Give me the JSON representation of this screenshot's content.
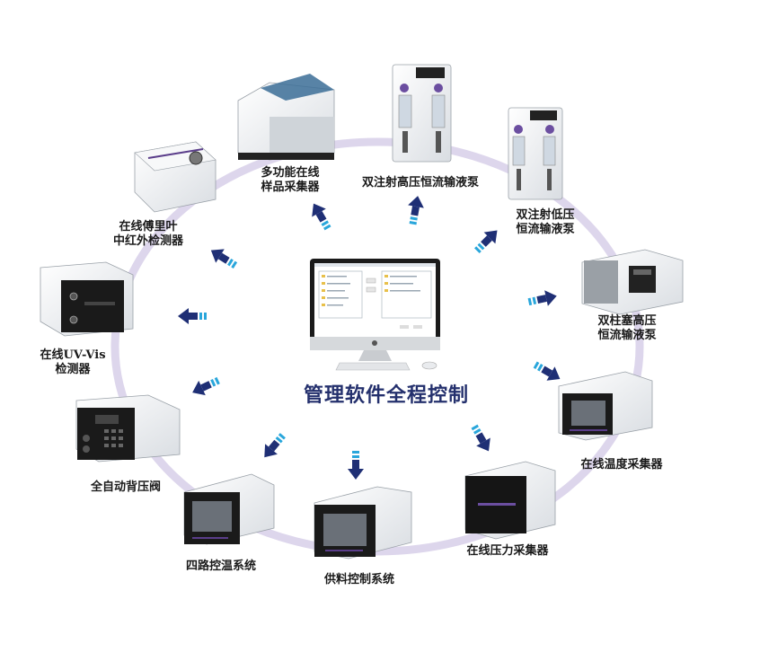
{
  "center": {
    "title": "管理软件全程控制"
  },
  "devices": [
    {
      "id": "sample-collector",
      "line1": "多功能在线",
      "line2": "样品采集器"
    },
    {
      "id": "dual-high-pump",
      "line1": "双注射高压恒流输液泵",
      "line2": ""
    },
    {
      "id": "dual-low-pump",
      "line1": "双注射低压",
      "line2": "恒流输液泵"
    },
    {
      "id": "dual-column-pump",
      "line1": "双柱塞高压",
      "line2": "恒流输液泵"
    },
    {
      "id": "temp-collector",
      "line1": "在线温度采集器",
      "line2": ""
    },
    {
      "id": "pressure-collector",
      "line1": "在线压力采集器",
      "line2": ""
    },
    {
      "id": "feed-control",
      "line1": "供料控制系统",
      "line2": ""
    },
    {
      "id": "temp-control",
      "line1": "四路控温系统",
      "line2": ""
    },
    {
      "id": "back-pressure-valve",
      "line1": "全自动背压阀",
      "line2": ""
    },
    {
      "id": "uv-vis",
      "line1": "在线UV-Vis",
      "line2": "检测器"
    },
    {
      "id": "ftir",
      "line1": "在线傅里叶",
      "line2": "中红外检测器"
    }
  ],
  "colors": {
    "ring": "#d9d3ea",
    "arrow": "#1f2f75",
    "arrow_tail": "#29a6db",
    "title": "#24306d",
    "screen": "#1b1b1b",
    "device_body": "#eef0f2"
  }
}
